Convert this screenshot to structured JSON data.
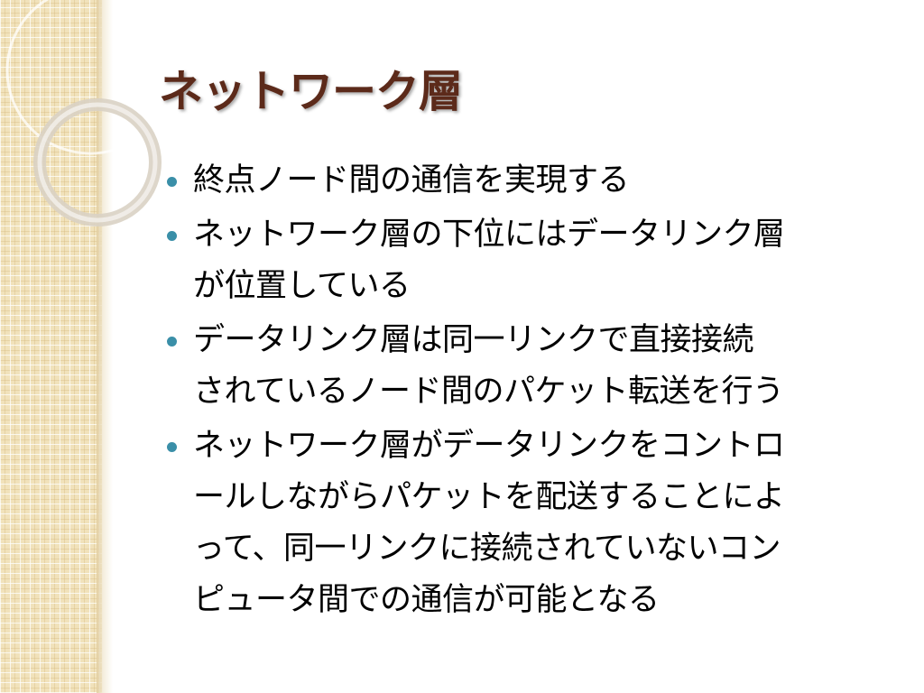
{
  "slide": {
    "title": "ネットワーク層",
    "bullets": [
      {
        "lines": [
          "終点ノード間の通信を実現する"
        ]
      },
      {
        "lines": [
          "ネットワーク層の下位にはデータリンク層",
          "が位置している"
        ]
      },
      {
        "lines": [
          "データリンク層は同一リンクで直接接続",
          "されているノード間のパケット転送を行う"
        ]
      },
      {
        "lines": [
          "ネットワーク層がデータリンクをコントロ",
          "ールしながらパケットを配送することによ",
          "って、同一リンクに接続されていないコン",
          "ピュータ間での通信が可能となる"
        ]
      }
    ]
  },
  "theme": {
    "title_color": "#5c2a1a",
    "bullet_color": "#3a8fa8",
    "sidebar_color": "#f1e2bb"
  }
}
